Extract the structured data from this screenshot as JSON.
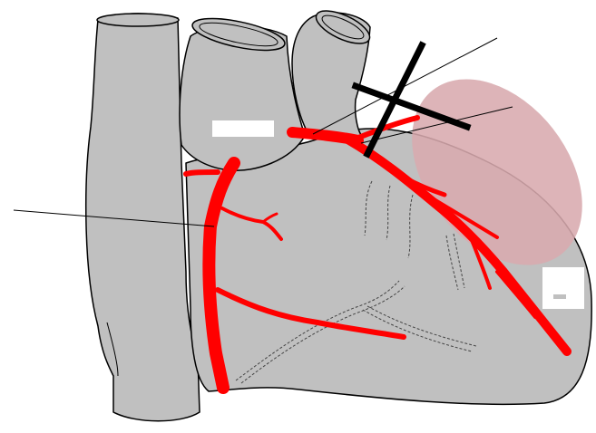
{
  "diagram": {
    "subject": "heart-coronary-arteries",
    "colors": {
      "heart": "#c0c0c0",
      "outline": "#000000",
      "artery": "#ff0000",
      "infarct": "#d8aaae",
      "occlusion_mark": "#000000",
      "label_box": "#ffffff"
    },
    "labels": [
      "",
      "",
      ""
    ],
    "marks": [
      "occlusion-x",
      "infarct-zone"
    ]
  }
}
